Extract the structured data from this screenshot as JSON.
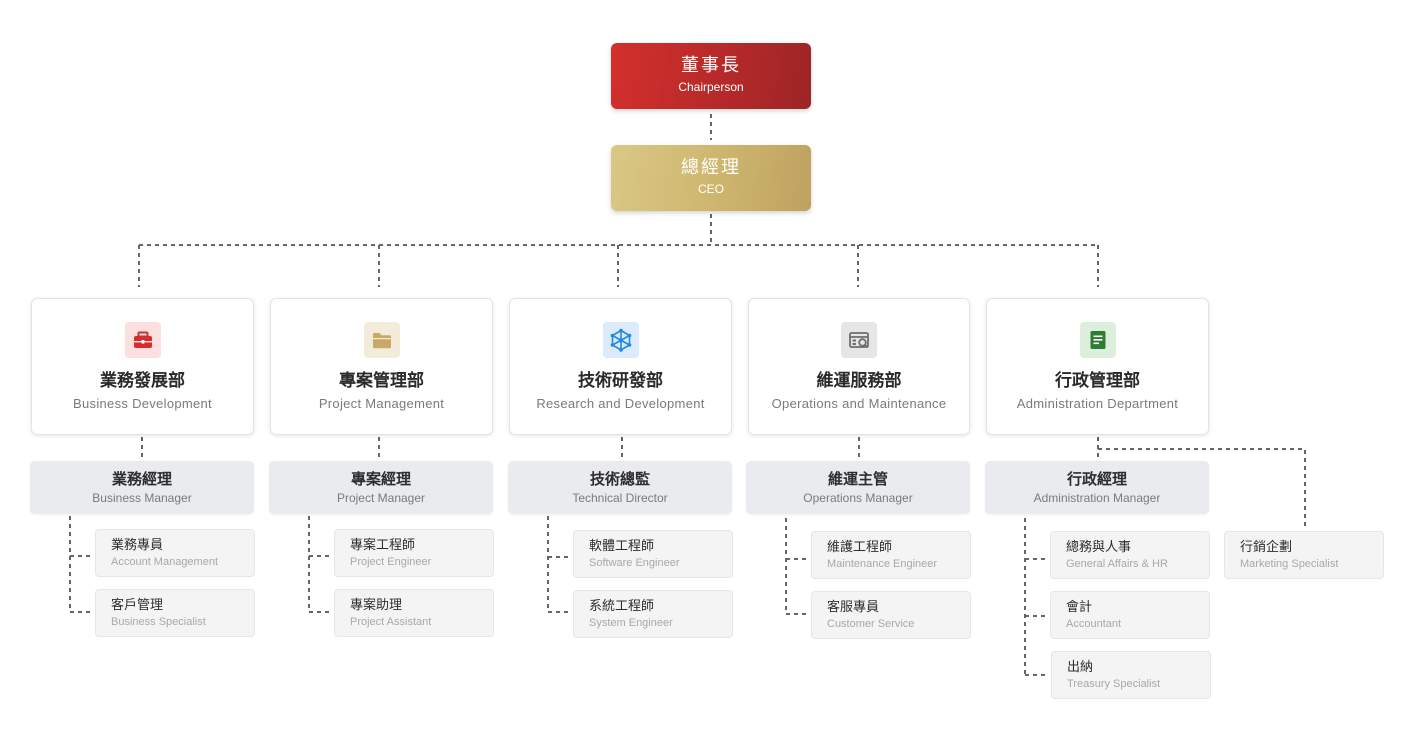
{
  "chair": {
    "zh": "董事長",
    "en": "Chairperson"
  },
  "ceo": {
    "zh": "總經理",
    "en": "CEO"
  },
  "depts": [
    {
      "zh": "業務發展部",
      "en": "Business Development",
      "icon": "briefcase-icon",
      "manager": {
        "zh": "業務經理",
        "en": "Business Manager"
      },
      "staff": [
        {
          "zh": "業務專員",
          "en": "Account Management"
        },
        {
          "zh": "客戶管理",
          "en": "Business Specialist"
        }
      ]
    },
    {
      "zh": "專案管理部",
      "en": "Project Management",
      "icon": "folder-icon",
      "manager": {
        "zh": "專案經理",
        "en": "Project Manager"
      },
      "staff": [
        {
          "zh": "專案工程師",
          "en": "Project Engineer"
        },
        {
          "zh": "專案助理",
          "en": "Project Assistant"
        }
      ]
    },
    {
      "zh": "技術研發部",
      "en": "Research and Development",
      "icon": "network-icon",
      "manager": {
        "zh": "技術總監",
        "en": "Technical Director"
      },
      "staff": [
        {
          "zh": "軟體工程師",
          "en": "Software Engineer"
        },
        {
          "zh": "系統工程師",
          "en": "System Engineer"
        }
      ]
    },
    {
      "zh": "維運服務部",
      "en": "Operations and Maintenance",
      "icon": "maintenance-icon",
      "manager": {
        "zh": "維運主管",
        "en": "Operations Manager"
      },
      "staff": [
        {
          "zh": "維護工程師",
          "en": "Maintenance Engineer"
        },
        {
          "zh": "客服專員",
          "en": "Customer Service"
        }
      ]
    },
    {
      "zh": "行政管理部",
      "en": "Administration Department",
      "icon": "document-icon",
      "manager": {
        "zh": "行政經理",
        "en": "Administration Manager"
      },
      "staff": [
        {
          "zh": "總務與人事",
          "en": "General Affairs & HR"
        },
        {
          "zh": "會計",
          "en": "Accountant"
        },
        {
          "zh": "出納",
          "en": "Treasury Specialist"
        }
      ]
    }
  ],
  "marketing": {
    "zh": "行銷企劃",
    "en": "Marketing Specialist"
  },
  "colors": {
    "chair": "#c62d2b",
    "ceo": "#cfb874",
    "connector": "#666666",
    "icon_red": "#d32f2f",
    "icon_gold": "#c9a967",
    "icon_blue": "#1e88e5",
    "icon_gray": "#6e6e6e",
    "icon_green": "#2e7d32"
  }
}
